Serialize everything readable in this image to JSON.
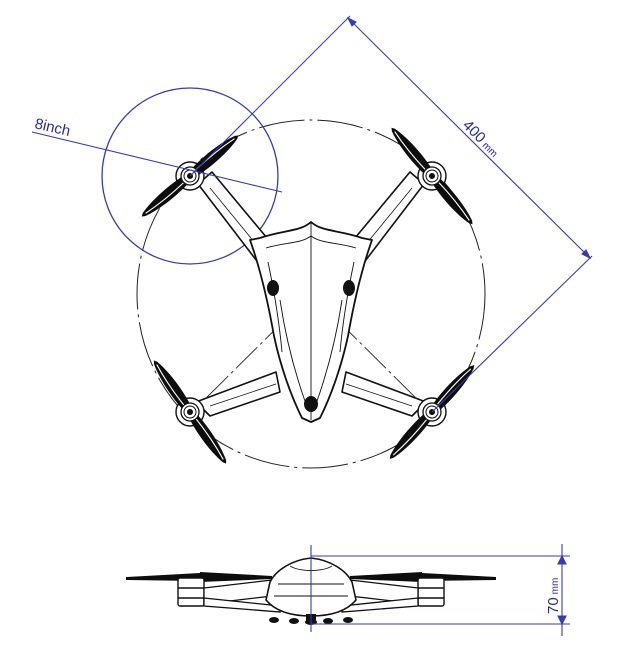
{
  "colors": {
    "dimension": "#3a3ab0",
    "outline": "#111111",
    "propeller": "#0d0d0d",
    "background": "#ffffff"
  },
  "top_view": {
    "prop_size": {
      "value": "8",
      "unit": "inch"
    },
    "diagonal": {
      "value": "400",
      "unit": "mm"
    }
  },
  "side_view": {
    "height": {
      "value": "70",
      "unit": "mm"
    }
  }
}
